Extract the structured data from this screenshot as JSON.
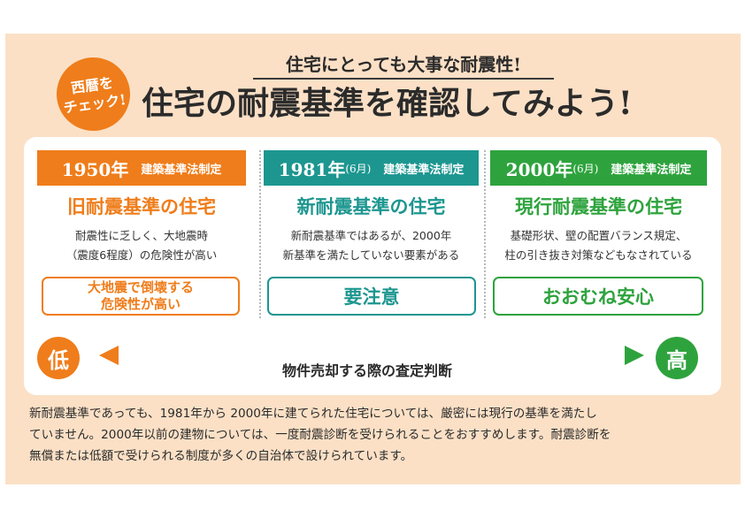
{
  "header": {
    "badge_line1": "西暦を",
    "badge_line2": "チェック!",
    "subtitle": "住宅にとっても大事な耐震性!",
    "title": "住宅の耐震基準を確認してみよう!"
  },
  "columns": [
    {
      "year": "1950年",
      "month": "",
      "law": "建築基準法制定",
      "title": "旧耐震基準の住宅",
      "desc_line1": "耐震性に乏しく、大地震時",
      "desc_line2": "（震度6程度）の危険性が高い",
      "verdict_line1": "大地震で倒壊する",
      "verdict_line2": "危険性が高い",
      "color": "#ef7d1b"
    },
    {
      "year": "1981年",
      "month": "(6月)",
      "law": "建築基準法制定",
      "title": "新耐震基準の住宅",
      "desc_line1": "新耐震基準ではあるが、2000年",
      "desc_line2": "新基準を満たしていない要素がある",
      "verdict_line1": "要注意",
      "verdict_line2": "",
      "color": "#1d9690"
    },
    {
      "year": "2000年",
      "month": "(6月)",
      "law": "建築基準法制定",
      "title": "現行耐震基準の住宅",
      "desc_line1": "基礎形状、壁の配置バランス規定、",
      "desc_line2": "柱の引き抜き対策などもなされている",
      "verdict_line1": "おおむね安心",
      "verdict_line2": "",
      "color": "#2ea33d"
    }
  ],
  "scale": {
    "low": "低",
    "high": "高",
    "label": "物件売却する際の査定判断"
  },
  "note": {
    "line1": "新耐震基準であっても、1981年から 2000年に建てられた住宅については、厳密には現行の基準を満たし",
    "line2": "ていません。2000年以前の建物については、一度耐震診断を受けられることをおすすめします。耐震診断を",
    "line3": "無償または低額で受けられる制度が多くの自治体で設けられています。"
  },
  "colors": {
    "panel": "#fbe0c6",
    "orange": "#ef7d1b",
    "teal": "#1d9690",
    "green": "#2ea33d"
  }
}
